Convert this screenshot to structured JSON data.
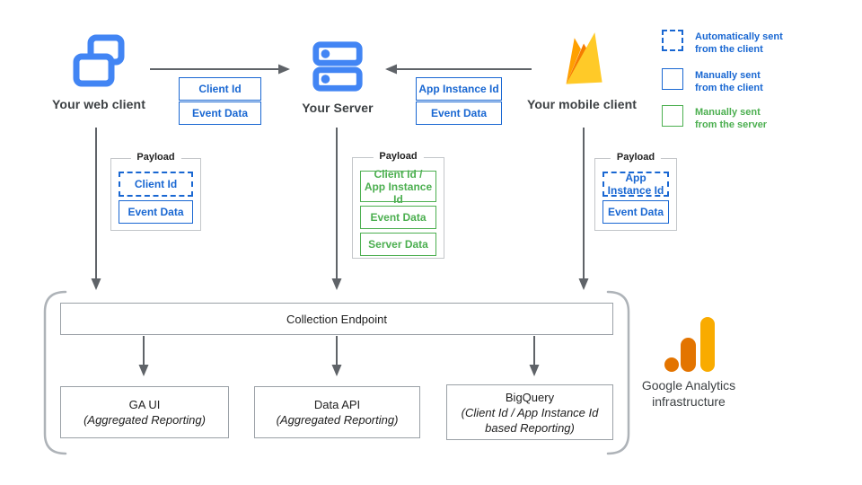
{
  "colors": {
    "blue": "#1967D2",
    "icon_blue": "#4285F4",
    "green": "#4CAF50",
    "arrow_gray": "#5F6368",
    "box_border_gray": "#9AA0A6",
    "bracket_gray": "#AEB3B8",
    "firebase_amber": "#FFA000",
    "firebase_orange": "#F57C00",
    "firebase_yellow": "#FFCA28",
    "ga_orange": "#E37400",
    "ga_yellow": "#F9AB00"
  },
  "nodes": {
    "web_client": {
      "label": "Your web client"
    },
    "server": {
      "label": "Your Server"
    },
    "mobile_client": {
      "label": "Your mobile client"
    }
  },
  "flows": {
    "web_to_server": {
      "params": [
        "Client Id",
        "Event Data"
      ]
    },
    "mobile_to_server": {
      "params": [
        "App Instance Id",
        "Event Data"
      ]
    }
  },
  "legend": {
    "items": [
      {
        "line1": "Automatically sent",
        "line2": "from the client",
        "style": "dashed-blue"
      },
      {
        "line1": "Manually sent",
        "line2": "from the client",
        "style": "solid-blue"
      },
      {
        "line1": "Manually sent",
        "line2": "from the server",
        "style": "solid-green"
      }
    ]
  },
  "payloads": {
    "web": {
      "title": "Payload",
      "fields": [
        {
          "label": "Client Id",
          "style": "automatic-from-client"
        },
        {
          "label": "Event Data",
          "style": "manual-from-client"
        }
      ]
    },
    "server": {
      "title": "Payload",
      "fields": [
        {
          "label": "Client Id /\nApp Instance Id",
          "style": "manual-from-server"
        },
        {
          "label": "Event Data",
          "style": "manual-from-server"
        },
        {
          "label": "Server Data",
          "style": "manual-from-server"
        }
      ]
    },
    "mobile": {
      "title": "Payload",
      "fields": [
        {
          "label": "App Instance Id",
          "style": "automatic-from-client"
        },
        {
          "label": "Event Data",
          "style": "manual-from-client"
        }
      ]
    }
  },
  "infrastructure": {
    "collection_endpoint": "Collection Endpoint",
    "outputs": [
      {
        "title": "GA UI",
        "subtitle": "(Aggregated Reporting)"
      },
      {
        "title": "Data API",
        "subtitle": "(Aggregated Reporting)"
      },
      {
        "title": "BigQuery",
        "subtitle": "(Client Id / App Instance Id\nbased Reporting)"
      }
    ],
    "brand": {
      "line1": "Google Analytics",
      "line2": "infrastructure"
    }
  }
}
